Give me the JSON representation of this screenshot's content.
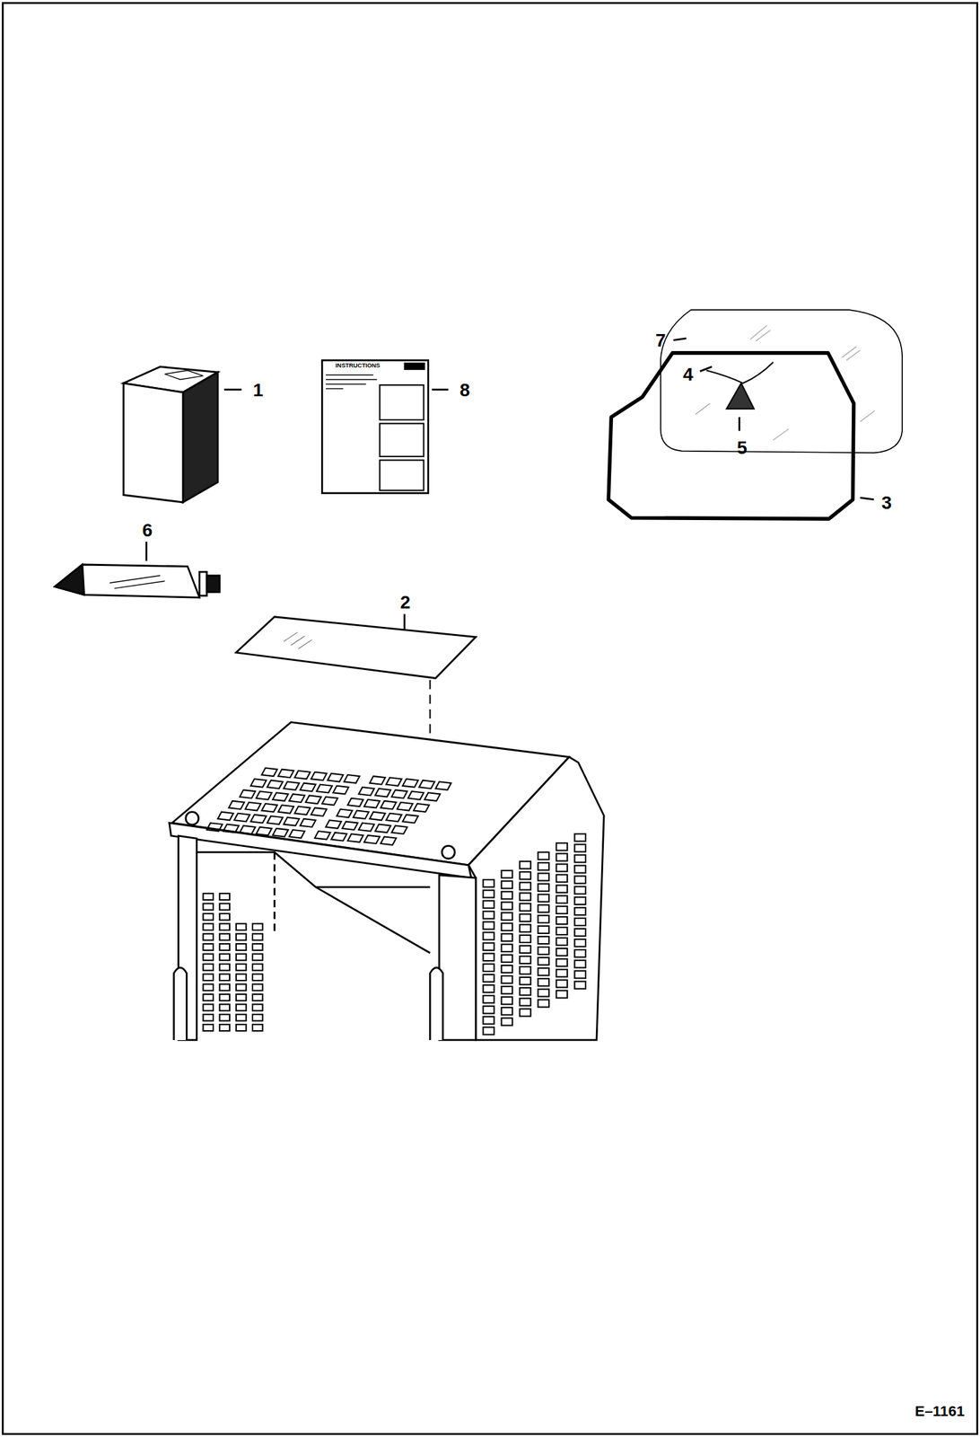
{
  "diagram": {
    "labels": [
      "7",
      "4",
      "1",
      "8",
      "INSTRUCTIONS",
      "5",
      "3",
      "6",
      "2",
      "E–1161"
    ]
  }
}
